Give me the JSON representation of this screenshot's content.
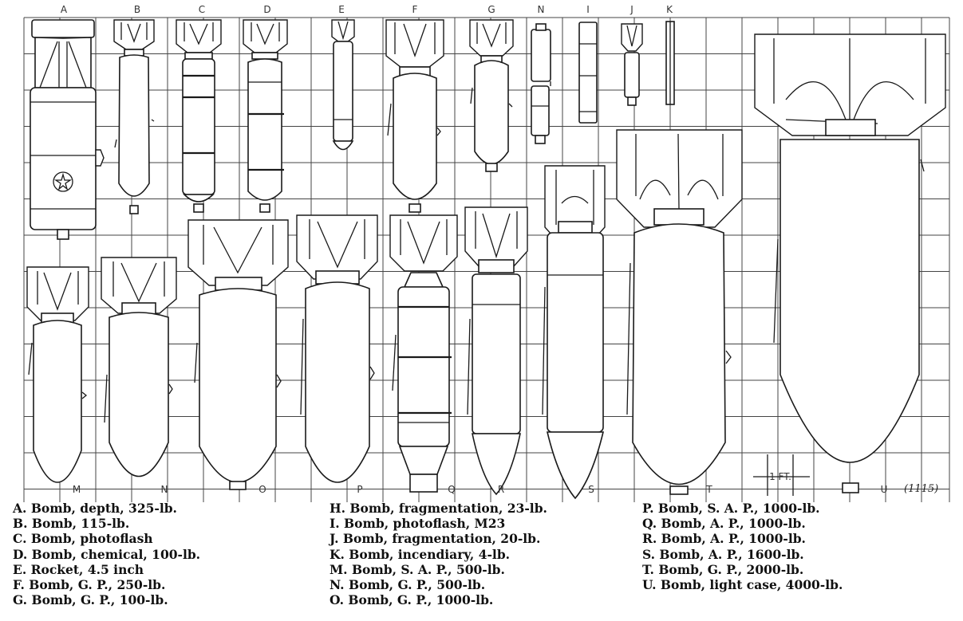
{
  "figure": {
    "number": "(1115)",
    "scale_label": "1 FT.",
    "top_labels": [
      "A",
      "B",
      "C",
      "D",
      "E",
      "F",
      "G",
      "N",
      "I",
      "J",
      "K"
    ],
    "bottom_labels": [
      "M",
      "N",
      "O",
      "P",
      "Q",
      "R",
      "S",
      "T",
      "U"
    ]
  },
  "legend": {
    "col1": [
      "A. Bomb, depth, 325-lb.",
      "B. Bomb, 115-lb.",
      "C. Bomb, photoflash",
      "D. Bomb, chemical, 100-lb.",
      "E. Rocket, 4.5 inch",
      "F. Bomb, G. P., 250-lb.",
      "G. Bomb, G. P., 100-lb."
    ],
    "col2": [
      "H. Bomb, fragmentation, 23-lb.",
      "I. Bomb, photoflash, M23",
      "J. Bomb, fragmentation, 20-lb.",
      "K. Bomb, incendiary, 4-lb.",
      "M. Bomb, S. A. P., 500-lb.",
      "N. Bomb, G. P., 500-lb.",
      "O. Bomb, G. P., 1000-lb."
    ],
    "col3": [
      "P. Bomb, S. A. P., 1000-lb.",
      "Q. Bomb, A. P., 1000-lb.",
      "R. Bomb, A. P., 1000-lb.",
      "S. Bomb, A. P., 1600-lb.",
      "T. Bomb, G. P., 2000-lb.",
      "U. Bomb, light case, 4000-lb."
    ]
  }
}
